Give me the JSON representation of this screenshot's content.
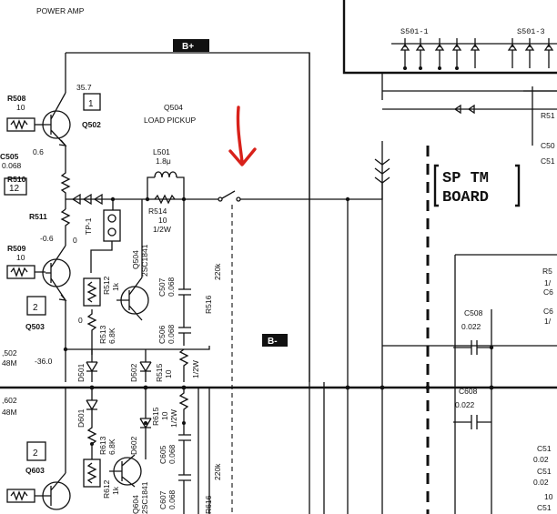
{
  "header": {
    "section_title": "POWER AMP"
  },
  "rails": {
    "positive": "B+",
    "negative": "B-"
  },
  "board": {
    "line1": "SP TM",
    "line2": "BOARD"
  },
  "connectors": {
    "s501_1": "S501-1",
    "s501_3": "S501-3"
  },
  "voltages": {
    "v35_7": "35.7",
    "v0_6": "0.6",
    "vneg0_6": "-0.6",
    "v0a": "0",
    "v0b": "0",
    "vneg36": "-36.0"
  },
  "components": {
    "r508": {
      "ref": "R508",
      "value": "10"
    },
    "c505": {
      "ref": "C505",
      "value": "0.068"
    },
    "r510": {
      "ref": "R510"
    },
    "box12": "12",
    "r511": {
      "ref": "R511"
    },
    "r509": {
      "ref": "R509",
      "value": "10"
    },
    "q502": {
      "num": "1",
      "ref": "Q502"
    },
    "q503": {
      "num": "2",
      "ref": "Q503"
    },
    "q603": {
      "num": "2",
      "ref": "Q603"
    },
    "q504": {
      "ref": "Q504",
      "desc": "LOAD PICKUP",
      "vref": "Q504",
      "vtype": "2SC1841"
    },
    "l501": {
      "ref": "L501",
      "value": "1.8μ"
    },
    "r514": {
      "ref": "R514",
      "value": "10",
      "rating": "1/2W"
    },
    "tp1": "TP-1",
    "r512": {
      "ref": "R512",
      "value": "1k"
    },
    "r513": {
      "ref": "R513",
      "value": "6.8K"
    },
    "c507": {
      "ref": "C507",
      "value": "0.068"
    },
    "c506": {
      "ref": "C506",
      "value": "0.068"
    },
    "r516": {
      "ref": "R516",
      "value": "220k"
    },
    "d501": "D501",
    "d502": "D502",
    "r515": {
      "ref": "R515",
      "value": "10",
      "rating": "1/2W"
    },
    "d601": "D601",
    "r613": {
      "ref": "R613",
      "value": "6.8K"
    },
    "d602": "D602",
    "r615": {
      "ref": "R615",
      "value": "10",
      "rating": "1/2W"
    },
    "c605": {
      "ref": "C605",
      "value": "0.068"
    },
    "c607": {
      "ref": "C607",
      "value": "0.068"
    },
    "r612": {
      "ref": "R612",
      "value": "1k"
    },
    "q604": {
      "ref": "Q604",
      "vtype": "2SC1841"
    },
    "r616": {
      "ref": "R616",
      "value": "220k"
    },
    "c508": {
      "ref": "C508",
      "value": "0.022"
    },
    "c608": {
      "ref": "C608",
      "value": "0.022"
    }
  },
  "edge_labels": {
    "l502": ",502",
    "l48m_a": "48M",
    "l602": ",602",
    "l48m_b": "48M",
    "r51_a": "R51",
    "c50": "C50",
    "c51": "C51",
    "r5_b": "R5",
    "c6a": "C6",
    "c6b": "C6",
    "c51a": "C51",
    "v002a": "0.02",
    "c51b": "C51",
    "v002b": "0.02",
    "v10": "10",
    "c51c": "C51",
    "v1_": "1/",
    "v1b": "1/"
  },
  "annotation": {
    "marker": "red-arrow"
  }
}
